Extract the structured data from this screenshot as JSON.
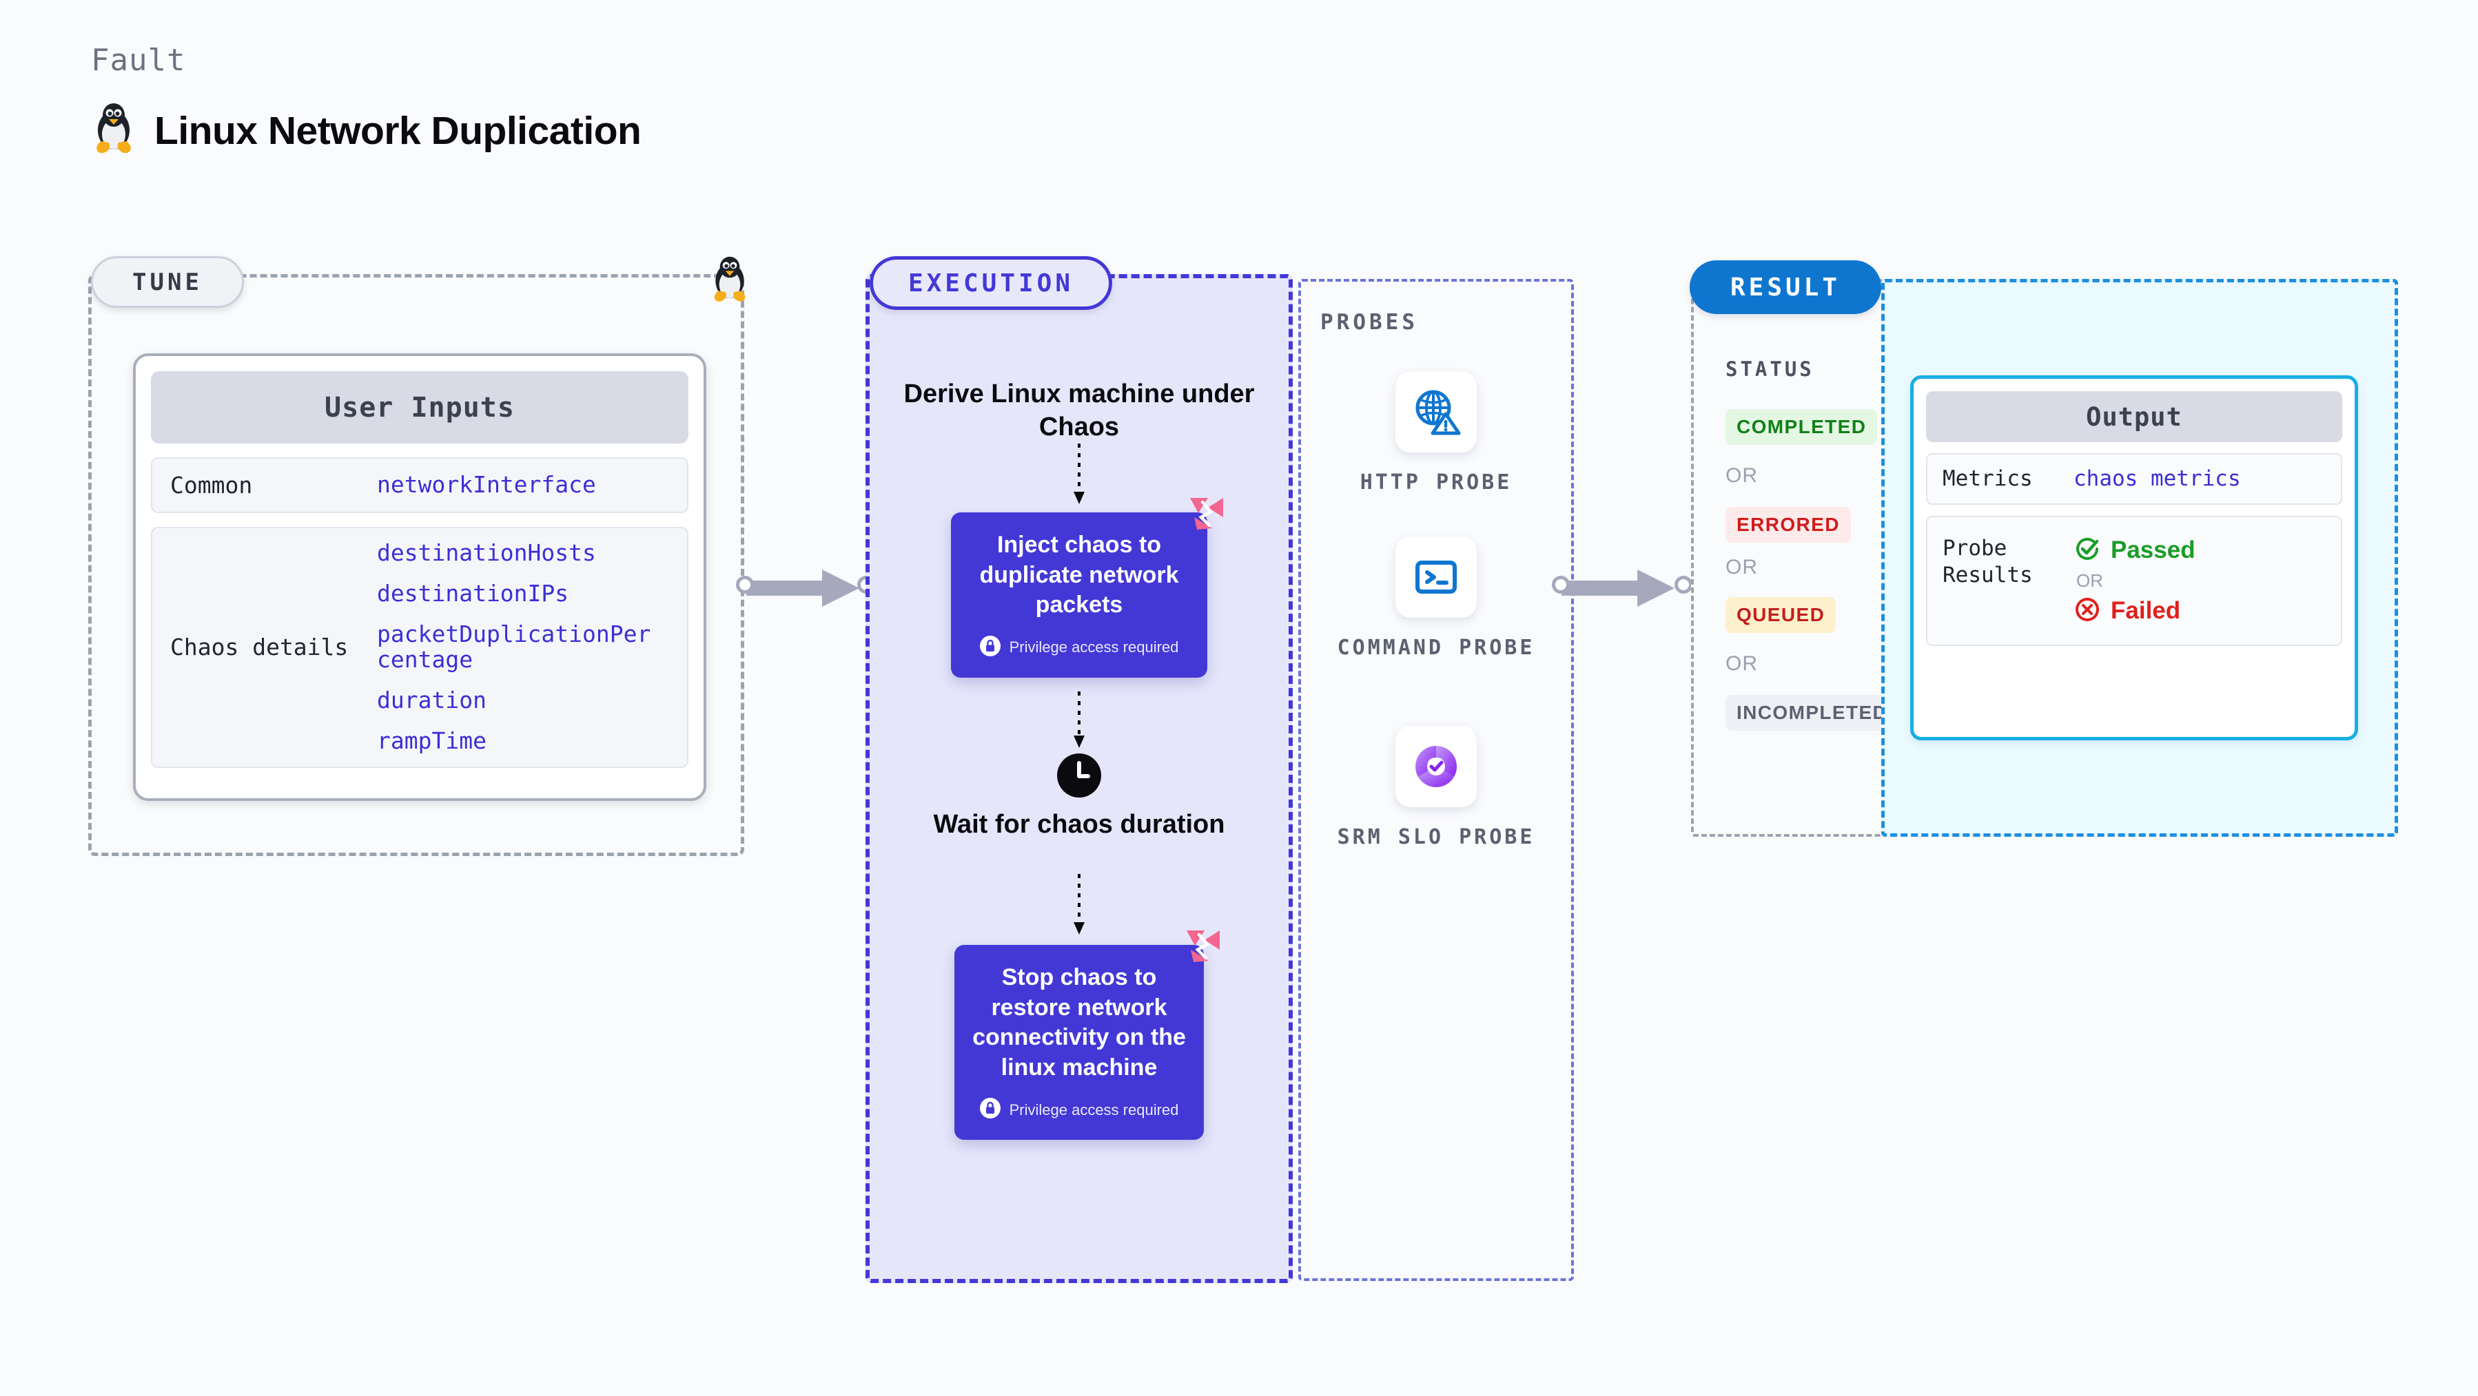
{
  "header": {
    "kicker": "Fault",
    "title": "Linux Network Duplication",
    "icon": "linux-penguin-icon"
  },
  "tune": {
    "tag": "TUNE",
    "card_header": "User Inputs",
    "groups": [
      {
        "label": "Common",
        "values": [
          "networkInterface"
        ]
      },
      {
        "label": "Chaos details",
        "values": [
          "destinationHosts",
          "destinationIPs",
          "packetDuplicationPercentage",
          "duration",
          "rampTime"
        ]
      }
    ],
    "edge_icon": "linux-penguin-icon"
  },
  "execution": {
    "tag": "EXECUTION",
    "steps": [
      {
        "type": "title",
        "text": "Derive Linux machine under Chaos"
      },
      {
        "type": "node",
        "text": "Inject chaos to duplicate network packets",
        "privilege": "Privilege access required",
        "badge": "harness-badge-icon"
      },
      {
        "type": "wait",
        "text": "Wait for chaos duration",
        "icon": "clock-icon"
      },
      {
        "type": "node",
        "text": "Stop chaos to restore network connectivity on the linux machine",
        "privilege": "Privilege access required",
        "badge": "harness-badge-icon"
      }
    ]
  },
  "probes": {
    "label": "PROBES",
    "items": [
      {
        "label": "HTTP PROBE",
        "icon": "globe-warning-icon"
      },
      {
        "label": "COMMAND PROBE",
        "icon": "terminal-icon"
      },
      {
        "label": "SRM SLO PROBE",
        "icon": "slo-donut-check-icon"
      }
    ]
  },
  "result": {
    "tag": "RESULT",
    "status_heading": "STATUS",
    "or_text": "OR",
    "chips": [
      {
        "text": "COMPLETED",
        "bg": "#e3f7e3",
        "fg": "#128018"
      },
      {
        "text": "ERRORED",
        "bg": "#fdeaea",
        "fg": "#cf1c1c"
      },
      {
        "text": "QUEUED",
        "bg": "#fdf1cd",
        "fg": "#c31f1f"
      },
      {
        "text": "INCOMPLETED",
        "bg": "#eff0f6",
        "fg": "#5b6170"
      }
    ]
  },
  "output": {
    "header": "Output",
    "metrics_label": "Metrics",
    "metrics_value": "chaos metrics",
    "probe_results_label": "Probe Results",
    "passed": "Passed",
    "failed": "Failed",
    "or_text": "OR"
  },
  "colors": {
    "accent_purple": "#4338d6",
    "accent_blue": "#0f76d0",
    "accent_cyan": "#18aee4",
    "badge_pink": "#f2668f",
    "pass_green": "#1a9c28",
    "fail_red": "#e0201c"
  }
}
